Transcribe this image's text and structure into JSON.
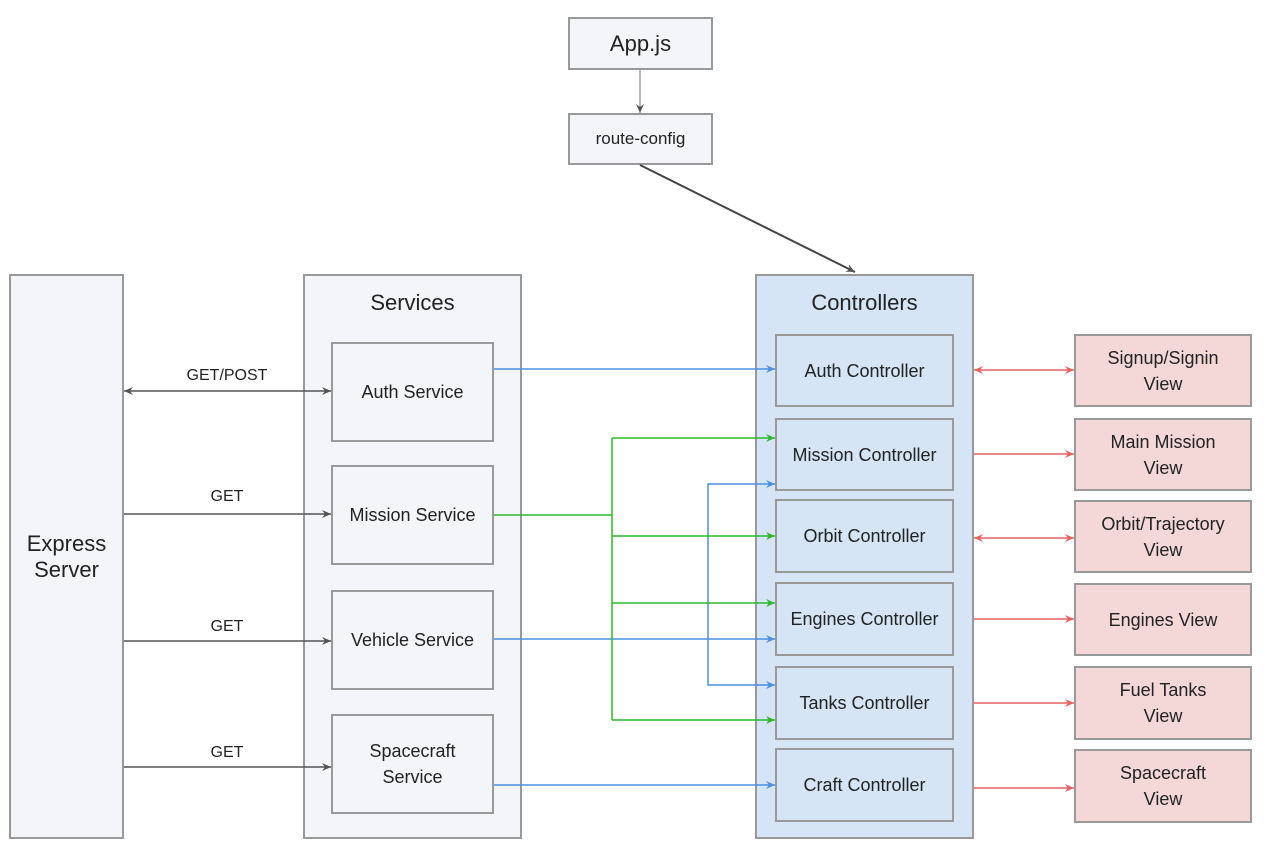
{
  "top": {
    "app": "App.js",
    "route": "route-config"
  },
  "server": {
    "label": "Express\nServer"
  },
  "services": {
    "title": "Services",
    "items": [
      "Auth Service",
      "Mission Service",
      "Vehicle Service",
      "Spacecraft\nService"
    ]
  },
  "controllers": {
    "title": "Controllers",
    "items": [
      "Auth Controller",
      "Mission Controller",
      "Orbit Controller",
      "Engines Controller",
      "Tanks Controller",
      "Craft Controller"
    ]
  },
  "views": {
    "items": [
      "Signup/Signin\nView",
      "Main Mission\nView",
      "Orbit/Trajectory\nView",
      "Engines View",
      "Fuel Tanks\nView",
      "Spacecraft\nView"
    ]
  },
  "edges": {
    "server_service": [
      "GET/POST",
      "GET",
      "GET",
      "GET"
    ]
  },
  "colors": {
    "dark": "#444444",
    "blue": "#4a90e2",
    "green": "#2db82d",
    "red": "#e86060"
  }
}
